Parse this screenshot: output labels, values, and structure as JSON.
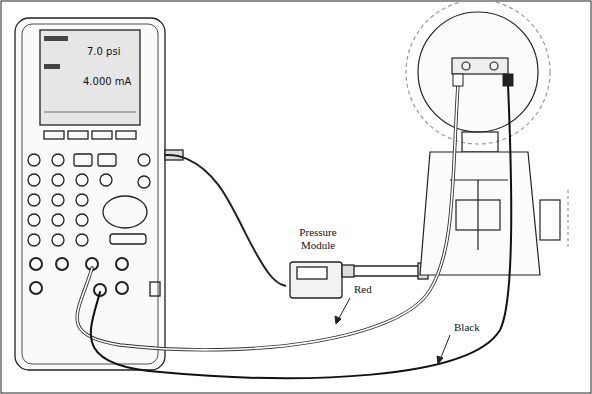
{
  "diagram": {
    "nodes": [
      {
        "text": [
          "7.0 psi",
          "4.000 mA"
        ]
      },
      {
        "text": [
          "Pressure Module"
        ]
      }
    ],
    "edges": [
      {
        "from": 0,
        "to": 1,
        "arrow": "none"
      }
    ],
    "labels": [
      "Red",
      "Black"
    ]
  }
}
